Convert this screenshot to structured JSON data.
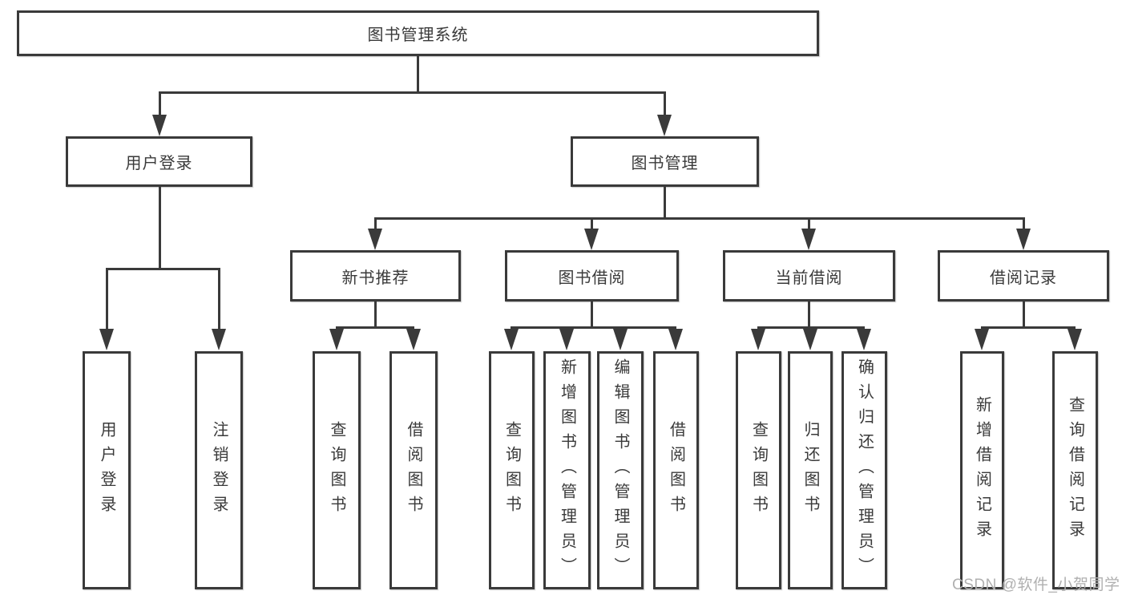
{
  "diagram_type": "hierarchy-tree",
  "watermark": "CSDN @软件_小贺同学",
  "colors": {
    "line": "#3a3a3a",
    "box_border": "#3a3a3a",
    "text": "#3a3a3a",
    "background": "#ffffff",
    "watermark": "#b0b0b0"
  },
  "nodes": {
    "root": {
      "label": "图书管理系统"
    },
    "user_login": {
      "label": "用户登录"
    },
    "book_mgmt": {
      "label": "图书管理"
    },
    "new_book_rec": {
      "label": "新书推荐"
    },
    "book_borrow": {
      "label": "图书借阅"
    },
    "current_borrow": {
      "label": "当前借阅"
    },
    "borrow_records": {
      "label": "借阅记录"
    },
    "leaf_user_login": {
      "label": "用户登录"
    },
    "leaf_logout": {
      "label": "注销登录"
    },
    "leaf_rec_query": {
      "label": "查询图书"
    },
    "leaf_rec_borrow": {
      "label": "借阅图书"
    },
    "leaf_bb_query": {
      "label": "查询图书"
    },
    "leaf_bb_add": {
      "label": "新增图书（管理员）"
    },
    "leaf_bb_edit": {
      "label": "编辑图书（管理员）"
    },
    "leaf_bb_borrow": {
      "label": "借阅图书"
    },
    "leaf_cb_query": {
      "label": "查询图书"
    },
    "leaf_cb_return": {
      "label": "归还图书"
    },
    "leaf_cb_confirm": {
      "label": "确认归还（管理员）"
    },
    "leaf_br_add": {
      "label": "新增借阅记录"
    },
    "leaf_br_query": {
      "label": "查询借阅记录"
    }
  },
  "hierarchy": {
    "root": "图书管理系统",
    "children": [
      {
        "label": "用户登录",
        "children": [
          "用户登录",
          "注销登录"
        ]
      },
      {
        "label": "图书管理",
        "children": [
          {
            "label": "新书推荐",
            "children": [
              "查询图书",
              "借阅图书"
            ]
          },
          {
            "label": "图书借阅",
            "children": [
              "查询图书",
              "新增图书（管理员）",
              "编辑图书（管理员）",
              "借阅图书"
            ]
          },
          {
            "label": "当前借阅",
            "children": [
              "查询图书",
              "归还图书",
              "确认归还（管理员）"
            ]
          },
          {
            "label": "借阅记录",
            "children": [
              "新增借阅记录",
              "查询借阅记录"
            ]
          }
        ]
      }
    ]
  }
}
